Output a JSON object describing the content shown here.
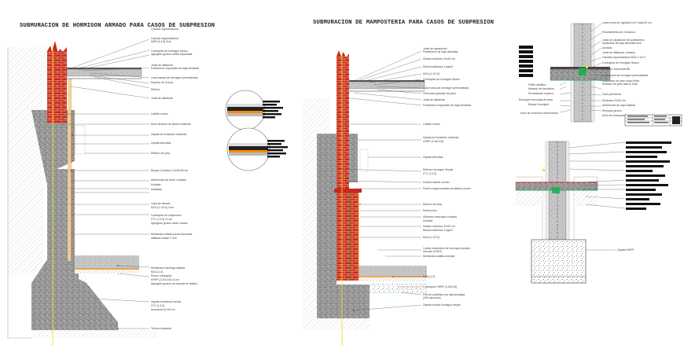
{
  "titles": {
    "left": "SUBMURACION DE HORMIGON ARMADO PARA CASOS DE SUBPRESION",
    "middle": "SUBMURACION DE MAMPOSTERIA PARA CASOS DE SUBPRESION"
  },
  "left_labels": [
    "Calzado regularizadora",
    "MKR (1:1/3) 3cm",
    "Contrapiso de hormigón liviano",
    "Agregado grueso arcilla expandida",
    "Junta de dilatación",
    "Poliestireno expandido de baja densidad",
    "Losa maciza de hormigón premoldeada",
    "Espesor de la losa",
    "Relleno",
    "Junta de dilatación",
    "Ladrillo común",
    "Muro divisorio de piedra existente",
    "Zapata de fundación existente",
    "Zapata demolida",
    "Relleno de yeso",
    "Bloque Cerámico 12x19x33 cm",
    "Adherencia de cobre contacto",
    "Azotada",
    "Asfaltado",
    "Capa de aislado",
    "MCA (1:1/2:3)  3 cm",
    "Contrapiso de subpresión",
    "H°C (1:3:3)  14 cm",
    "Agregado grueso canto rodado",
    "Membrana elástica preconformada",
    "asfáltica simple  2 mm",
    "Membrana hidrófuga alisada",
    "MCA (1:3)",
    "Primer contrapiso",
    "HHPP (1:3/4:4:8)  14 cm",
    "Agregado grueso de cascote de ladrillo",
    "Zapata excéntrica corrida",
    "H°C (1:3:3)",
    "Armadura 8 c/15 cm",
    "Terreno existente"
  ],
  "middle_labels": [
    "Junta de separación",
    "Poliestireno de baja densidad",
    "Solado cerámico 20x20 cm",
    "Mezcla adhesiva 4 kg/m2",
    "MCA (1:1/2:3)",
    "Contrapiso de hormigón liviano",
    "Losa hueca de hormigón premoldeada",
    "Cielorraso aplicado de yeso",
    "Junta de dilatación",
    "Poliestireno expandido de baja densidad",
    "Ladrillo común",
    "Zapata de fundación existente",
    "HHRP (1:3/4:4:8)",
    "Zapata demolida",
    "Relleno Hormigón Simple",
    "H°C (1:3:3)",
    "Mortero ladrillo común",
    "Pared complementaria de ladrillo común",
    "Relleno de yeso",
    "Relleno fino",
    "Adhesivo mezclado contacto",
    "Azotado",
    "Solado cerámico 20x20 cm",
    "Mezcla adhesiva 4 kg/m2",
    "MCA (1:1/2:3)",
    "Loseta subpresión de hormigón armado",
    "Armada en Ø10",
    "Membrana asfáltica simple",
    "MCA (1:3)",
    "Contrapiso HHRP (1:3/4:4:8)",
    "Film de polietileno de alta densidad",
    "(200 micrones)",
    "Zapata corrida hormigón simple"
  ],
  "right_top_labels": [
    "Losa hueca de viguetas 14x7 cada 50 cm",
    "Revestimiento de Cerámica",
    "Junta de separación de poliestireno",
    "expandido de baja densidad  5cm",
    "Azotado",
    "Junta de dilatación contacto",
    "Calzada regularizadora MCA 1:1/2:3",
    "Contrapiso de hormigón liviano",
    "Refuerzo horizontal Ø8",
    "Losa hueca de hormigón premoldeada",
    "Engrosado de yeso negro  8mm",
    "Enlucido de yeso blanco  3mm",
    "Fieltro asfáltico",
    "Aislante de insolación",
    "Encadenado superior",
    "Revoque monocapa de yeso",
    "Bloque Hormigón",
    "Muro de cerámica sobreviviente",
    "Cielo perimetral",
    "Dinámica 20x20 cm",
    "Adherencia de capa aislada",
    "Revoque grueso",
    "Muro de mampostería"
  ],
  "right_bottom_labels": [
    "Zapata HHRP"
  ],
  "colors": {
    "brick": "#c9281e",
    "concrete": "#8d8d8d",
    "membrane": "#ff8a00",
    "accent_green": "#10b14b",
    "highlight_yellow": "#f2e21a"
  }
}
